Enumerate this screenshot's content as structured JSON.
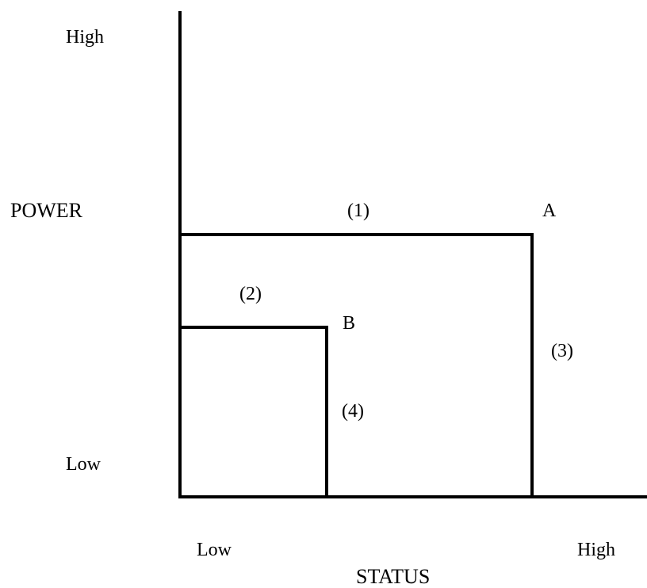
{
  "axes": {
    "y_title": "POWER",
    "y_high": "High",
    "y_low": "Low",
    "x_title": "STATUS",
    "x_low": "Low",
    "x_high": "High"
  },
  "points": {
    "a": "A",
    "b": "B"
  },
  "segments": {
    "s1": "(1)",
    "s2": "(2)",
    "s3": "(3)",
    "s4": "(4)"
  },
  "colors": {
    "line": "#000000",
    "background": "#ffffff"
  }
}
